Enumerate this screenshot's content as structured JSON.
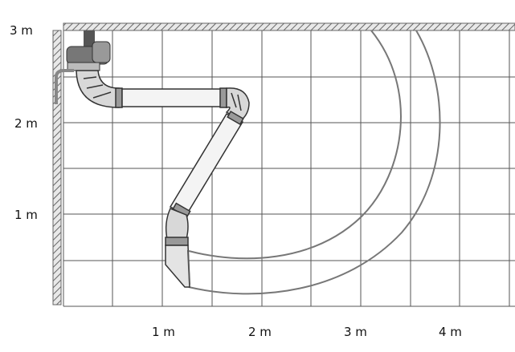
{
  "y_axis": {
    "labels": [
      "3 m",
      "2 m",
      "1 m"
    ]
  },
  "x_axis": {
    "labels": [
      "1 m",
      "2 m",
      "3 m",
      "4 m"
    ]
  },
  "grid": {
    "shown": true
  },
  "colors": {
    "wall_hatch": "#777777",
    "grid_line": "#555555",
    "arm_outline": "#333333",
    "reach_arc": "#777777"
  },
  "icons": [
    "fan-motor-icon",
    "extraction-arm-icon",
    "hood-icon"
  ]
}
